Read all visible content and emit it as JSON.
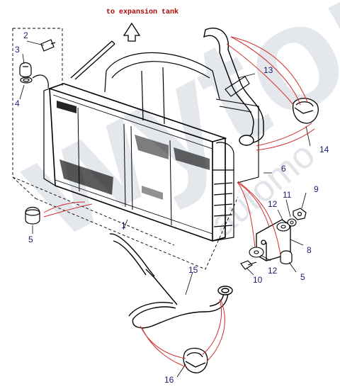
{
  "header": {
    "note": "to expansion tank"
  },
  "watermark": {
    "brand": "wyton",
    "sub": "automo"
  },
  "colors": {
    "line": "#000000",
    "callout": "#d22b2b",
    "label": "#1a1a6e",
    "note": "#b00000"
  },
  "parts": [
    {
      "id": "label-1",
      "text": "1"
    },
    {
      "id": "label-2",
      "text": "2"
    },
    {
      "id": "label-3",
      "text": "3"
    },
    {
      "id": "label-4",
      "text": "4"
    },
    {
      "id": "label-5a",
      "text": "5"
    },
    {
      "id": "label-5b",
      "text": "5"
    },
    {
      "id": "label-6",
      "text": "6"
    },
    {
      "id": "label-8",
      "text": "8"
    },
    {
      "id": "label-9",
      "text": "9"
    },
    {
      "id": "label-10",
      "text": "10"
    },
    {
      "id": "label-11",
      "text": "11"
    },
    {
      "id": "label-12a",
      "text": "12"
    },
    {
      "id": "label-12b",
      "text": "12"
    },
    {
      "id": "label-13",
      "text": "13"
    },
    {
      "id": "label-14",
      "text": "14"
    },
    {
      "id": "label-15",
      "text": "15"
    },
    {
      "id": "label-16",
      "text": "16"
    }
  ]
}
